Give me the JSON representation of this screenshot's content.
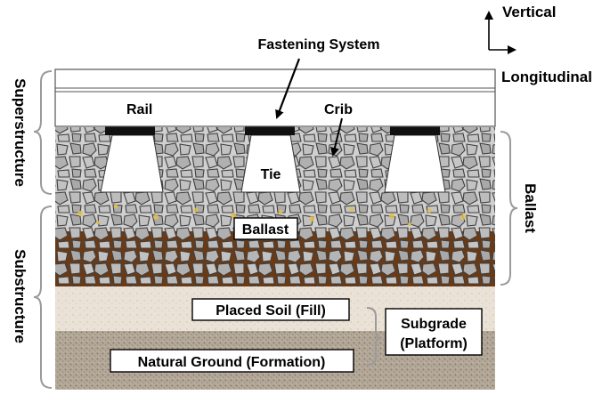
{
  "axes": {
    "vertical": "Vertical",
    "longitudinal": "Longitudinal"
  },
  "side_labels": {
    "superstructure": "Superstructure",
    "substructure": "Substructure",
    "ballast": "Ballast"
  },
  "callouts": {
    "fastening_system": "Fastening System",
    "rail": "Rail",
    "crib": "Crib",
    "tie": "Tie"
  },
  "layers": {
    "ballast": "Ballast",
    "placed_soil": "Placed Soil (Fill)",
    "natural_ground": "Natural Ground (Formation)",
    "subgrade_line1": "Subgrade",
    "subgrade_line2": "(Platform)"
  },
  "colors": {
    "rail_fill": "#ffffff",
    "rail_stroke": "#555555",
    "rock_fill": "#b8b8b8",
    "rock_stroke": "#404040",
    "fouled_ballast": "#6b3a14",
    "fouling_yellow": "#e3c04a",
    "placed_soil": "#eae2d6",
    "natural_ground": "#b3a898",
    "brace": "#9a9a9a"
  }
}
